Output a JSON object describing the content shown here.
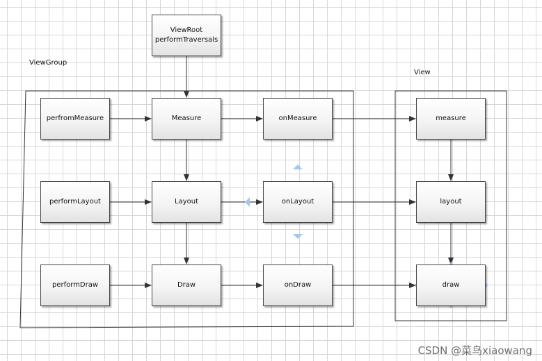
{
  "diagram": {
    "top_node": {
      "line1": "ViewRoot",
      "line2": "performTraversals"
    },
    "groups": {
      "viewgroup_label": "ViewGroup",
      "view_label": "View"
    },
    "nodes": {
      "perfromMeasure": "perfromMeasure",
      "measure_main": "Measure",
      "onMeasure": "onMeasure",
      "performLayout": "performLayout",
      "layout_main": "Layout",
      "onLayout": "onLayout",
      "performDraw": "performDraw",
      "draw_main": "Draw",
      "onDraw": "onDraw",
      "view_measure": "measure",
      "view_layout": "layout",
      "view_draw": "draw"
    },
    "edges": [
      [
        "top_node",
        "measure_main"
      ],
      [
        "perfromMeasure",
        "measure_main"
      ],
      [
        "measure_main",
        "onMeasure"
      ],
      [
        "onMeasure",
        "view_measure"
      ],
      [
        "measure_main",
        "layout_main"
      ],
      [
        "performLayout",
        "layout_main"
      ],
      [
        "layout_main",
        "onLayout"
      ],
      [
        "onLayout",
        "view_layout"
      ],
      [
        "layout_main",
        "draw_main"
      ],
      [
        "performDraw",
        "draw_main"
      ],
      [
        "draw_main",
        "onDraw"
      ],
      [
        "onDraw",
        "view_draw"
      ],
      [
        "view_measure",
        "view_layout"
      ],
      [
        "view_layout",
        "view_draw"
      ]
    ]
  },
  "watermark": "CSDN @菜鸟xiaowang",
  "colors": {
    "grid": "#d7d7d7",
    "line": "#333333",
    "selection_handle": "#9ec8ee"
  }
}
